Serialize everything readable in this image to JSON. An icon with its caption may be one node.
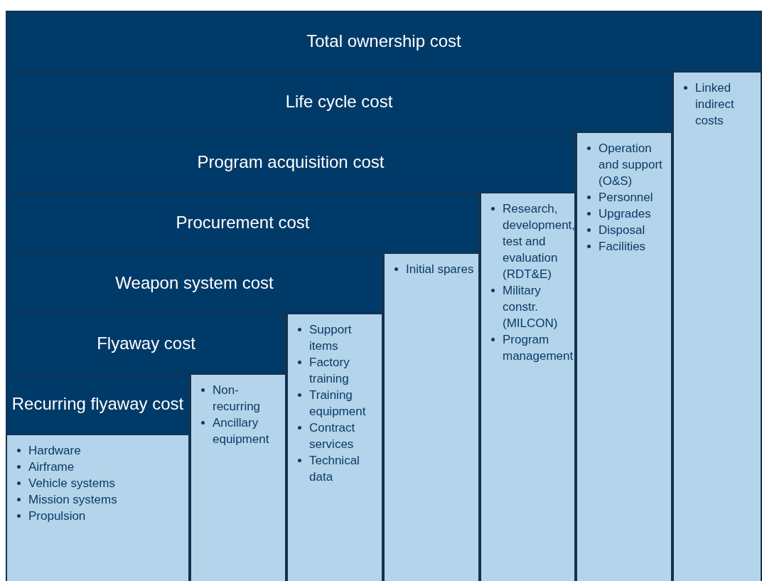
{
  "diagram": {
    "nodes": [
      {
        "text": [
          "Total ownership cost"
        ]
      },
      {
        "text": [
          "Life cycle cost"
        ]
      },
      {
        "text": [
          "Linked indirect costs"
        ]
      },
      {
        "text": [
          "Program acquisition cost"
        ]
      },
      {
        "text": [
          "Operation and support (O&S)",
          "Personnel",
          "Upgrades",
          "Disposal",
          "Facilities"
        ]
      },
      {
        "text": [
          "Procurement cost"
        ]
      },
      {
        "text": [
          "Research, development, test and evaluation (RDT&E)",
          "Military constr. (MILCON)",
          "Program management"
        ]
      },
      {
        "text": [
          "Weapon system cost"
        ]
      },
      {
        "text": [
          "Initial spares"
        ]
      },
      {
        "text": [
          "Flyaway cost"
        ]
      },
      {
        "text": [
          "Support items",
          "Factory training",
          "Training equipment",
          "Contract services",
          "Technical data"
        ]
      },
      {
        "text": [
          "Recurring flyaway cost"
        ]
      },
      {
        "text": [
          "Non-recurring",
          "Ancillary equipment"
        ]
      },
      {
        "text": [
          "Hardware",
          "Airframe",
          "Vehicle systems",
          "Mission systems",
          "Propulsion"
        ]
      }
    ]
  }
}
